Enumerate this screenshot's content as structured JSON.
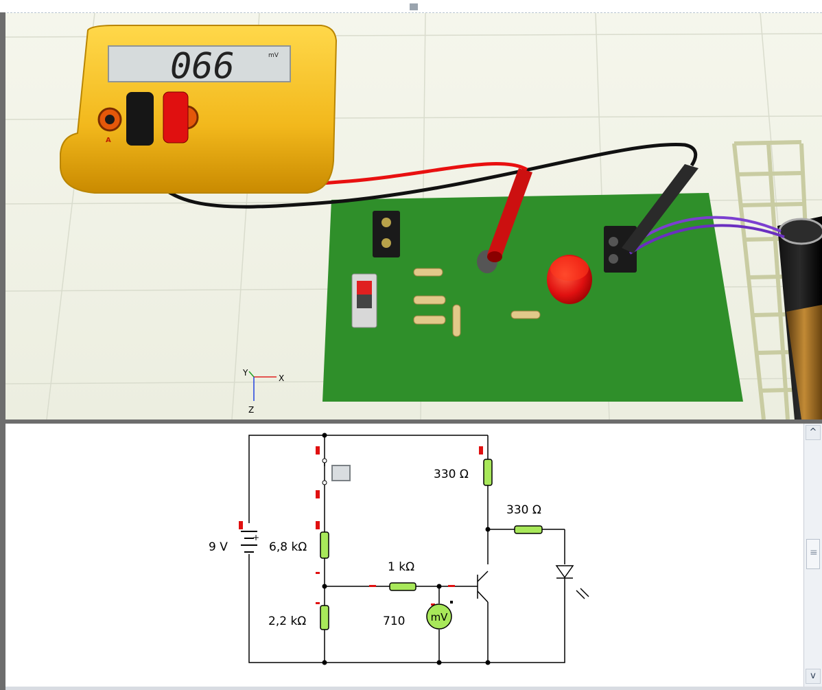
{
  "multimeter": {
    "display_value": "066",
    "display_unit": "mV",
    "jack_label": "A"
  },
  "axes": {
    "x_label": "X",
    "y_label": "Y",
    "z_label": "Z"
  },
  "schematic": {
    "battery_label": "9 V",
    "battery_plus": "+",
    "r_top_collector": "330 Ω",
    "r_led": "330 Ω",
    "r_bias_top": "6,8 kΩ",
    "r_base": "1 kΩ",
    "r_bias_bottom": "2,2 kΩ",
    "meter_reading": "710",
    "meter_unit": "mV"
  },
  "scrollbar": {
    "up_arrow": "^",
    "down_arrow": "v"
  }
}
